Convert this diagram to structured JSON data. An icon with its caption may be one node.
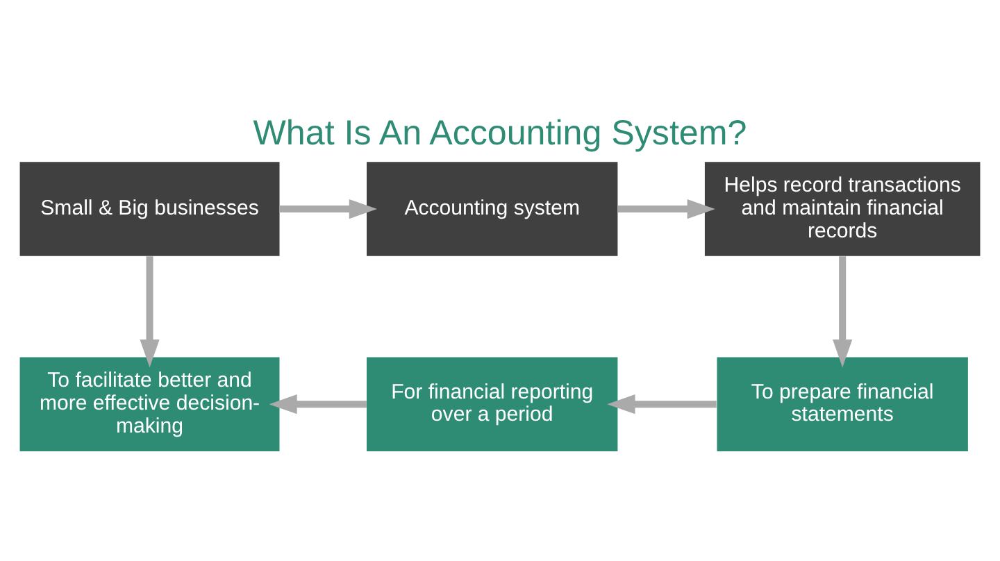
{
  "diagram": {
    "title": "What Is An Accounting System?",
    "nodes": [
      {
        "text": [
          "Small & Big businesses"
        ]
      },
      {
        "text": [
          "Accounting system"
        ]
      },
      {
        "text": [
          "Helps record transactions and maintain financial records"
        ]
      },
      {
        "text": [
          "To prepare financial statements"
        ]
      },
      {
        "text": [
          "For financial reporting over a period"
        ]
      },
      {
        "text": [
          "To facilitate better and more effective decision-making"
        ]
      }
    ],
    "edges": [
      {
        "from": 0,
        "to": 1,
        "arrow": "to"
      },
      {
        "from": 1,
        "to": 2,
        "arrow": "to"
      },
      {
        "from": 2,
        "to": 3,
        "arrow": "to"
      },
      {
        "from": 3,
        "to": 4,
        "arrow": "to"
      },
      {
        "from": 4,
        "to": 5,
        "arrow": "to"
      },
      {
        "from": 0,
        "to": 5,
        "arrow": "to"
      }
    ]
  }
}
